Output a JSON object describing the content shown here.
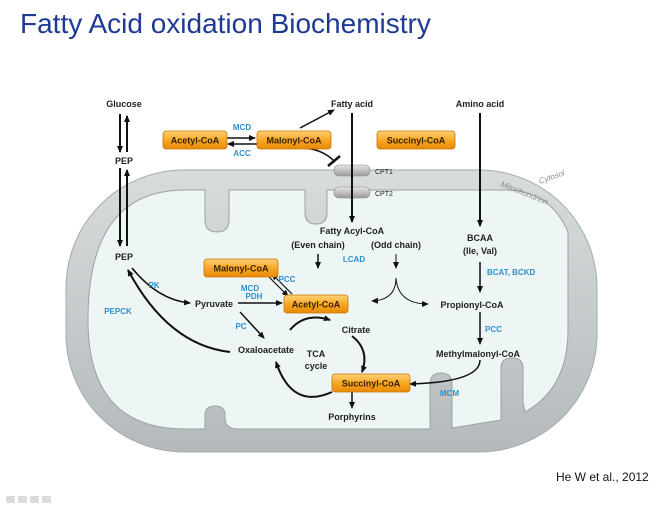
{
  "title": "Fatty Acid oxidation Biochemistry",
  "citation": "He W et al., 2012",
  "compartments": {
    "cytosol": "Cytosol",
    "mitochondrion": "Mitochondrion"
  },
  "metabolites": {
    "glucose": "Glucose",
    "pep_cyto": "PEP",
    "fatty_acid": "Fatty acid",
    "amino_acid": "Amino acid",
    "pep_mito": "PEP",
    "fatty_acyl_coa": "Fatty Acyl-CoA",
    "even_chain": "(Even chain)",
    "odd_chain": "(Odd chain)",
    "bcaa": "BCAA",
    "ile_val": "(Ile, Val)",
    "pyruvate": "Pyruvate",
    "citrate": "Citrate",
    "propionyl_coa": "Propionyl-CoA",
    "oxaloacetate": "Oxaloacetate",
    "tca": "TCA",
    "cycle": "cycle",
    "methylmalonyl_coa": "Methylmalonyl-CoA",
    "porphyrins": "Porphyrins"
  },
  "boxes": {
    "acetyl_coa_top": "Acetyl-CoA",
    "malonyl_coa_top": "Malonyl-CoA",
    "succinyl_coa_top": "Succinyl-CoA",
    "malonyl_coa_mito": "Malonyl-CoA",
    "acetyl_coa_mito": "Acetyl-CoA",
    "succinyl_coa_mito": "Succinyl-CoA"
  },
  "enzymes": {
    "mcd_top": "MCD",
    "acc": "ACC",
    "cpt1": "CPT1",
    "cpt2": "CPT2",
    "lcad": "LCAD",
    "pk": "PK",
    "pepck": "PEPCK",
    "mcd_mito": "MCD",
    "pcc_mito": "PCC",
    "pdh": "PDH",
    "pc": "PC",
    "bcat_bckd": "BCAT, BCKD",
    "pcc": "PCC",
    "mcm": "MCM"
  },
  "colors": {
    "title": "#1f3a93",
    "enzyme": "#2e8fcd",
    "box_fill": "#f7a823"
  }
}
